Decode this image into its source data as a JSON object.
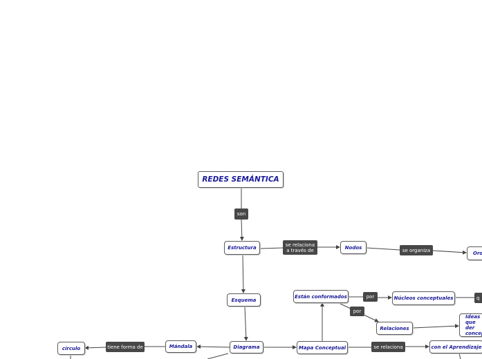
{
  "diagram": {
    "root": "REDES SEMÁNTICA",
    "nodes": {
      "estructura": "Estructura",
      "nodos": "Nodos",
      "ord": "Ord",
      "esquema": "Esquema",
      "estan": "Están conformados",
      "nucleos": "Núcleos conceptuales",
      "relaciones": "Relaciones",
      "ideas": [
        "Ideas s",
        "que der",
        "concep"
      ],
      "circulo": "círculo",
      "mandala": "Mándala",
      "diagrama": "Diagrama",
      "mapa": "Mapa Conceptual",
      "aprendizaje": "con el Aprendizaje"
    },
    "links": {
      "son": "son",
      "se_relaciona_traves": [
        "se relaciona",
        "a través de"
      ],
      "se_organiza": "se organiza",
      "por1": "por",
      "por2": "por",
      "q": "q",
      "tiene_forma_de": "tiene forma de",
      "se_relaciona": "se relaciona"
    },
    "colors": {
      "node_text": "#1a1a99",
      "node_border": "#5a5a5a",
      "link_fill": "#474747",
      "link_text": "#ffffff",
      "edge": "#444444"
    }
  }
}
